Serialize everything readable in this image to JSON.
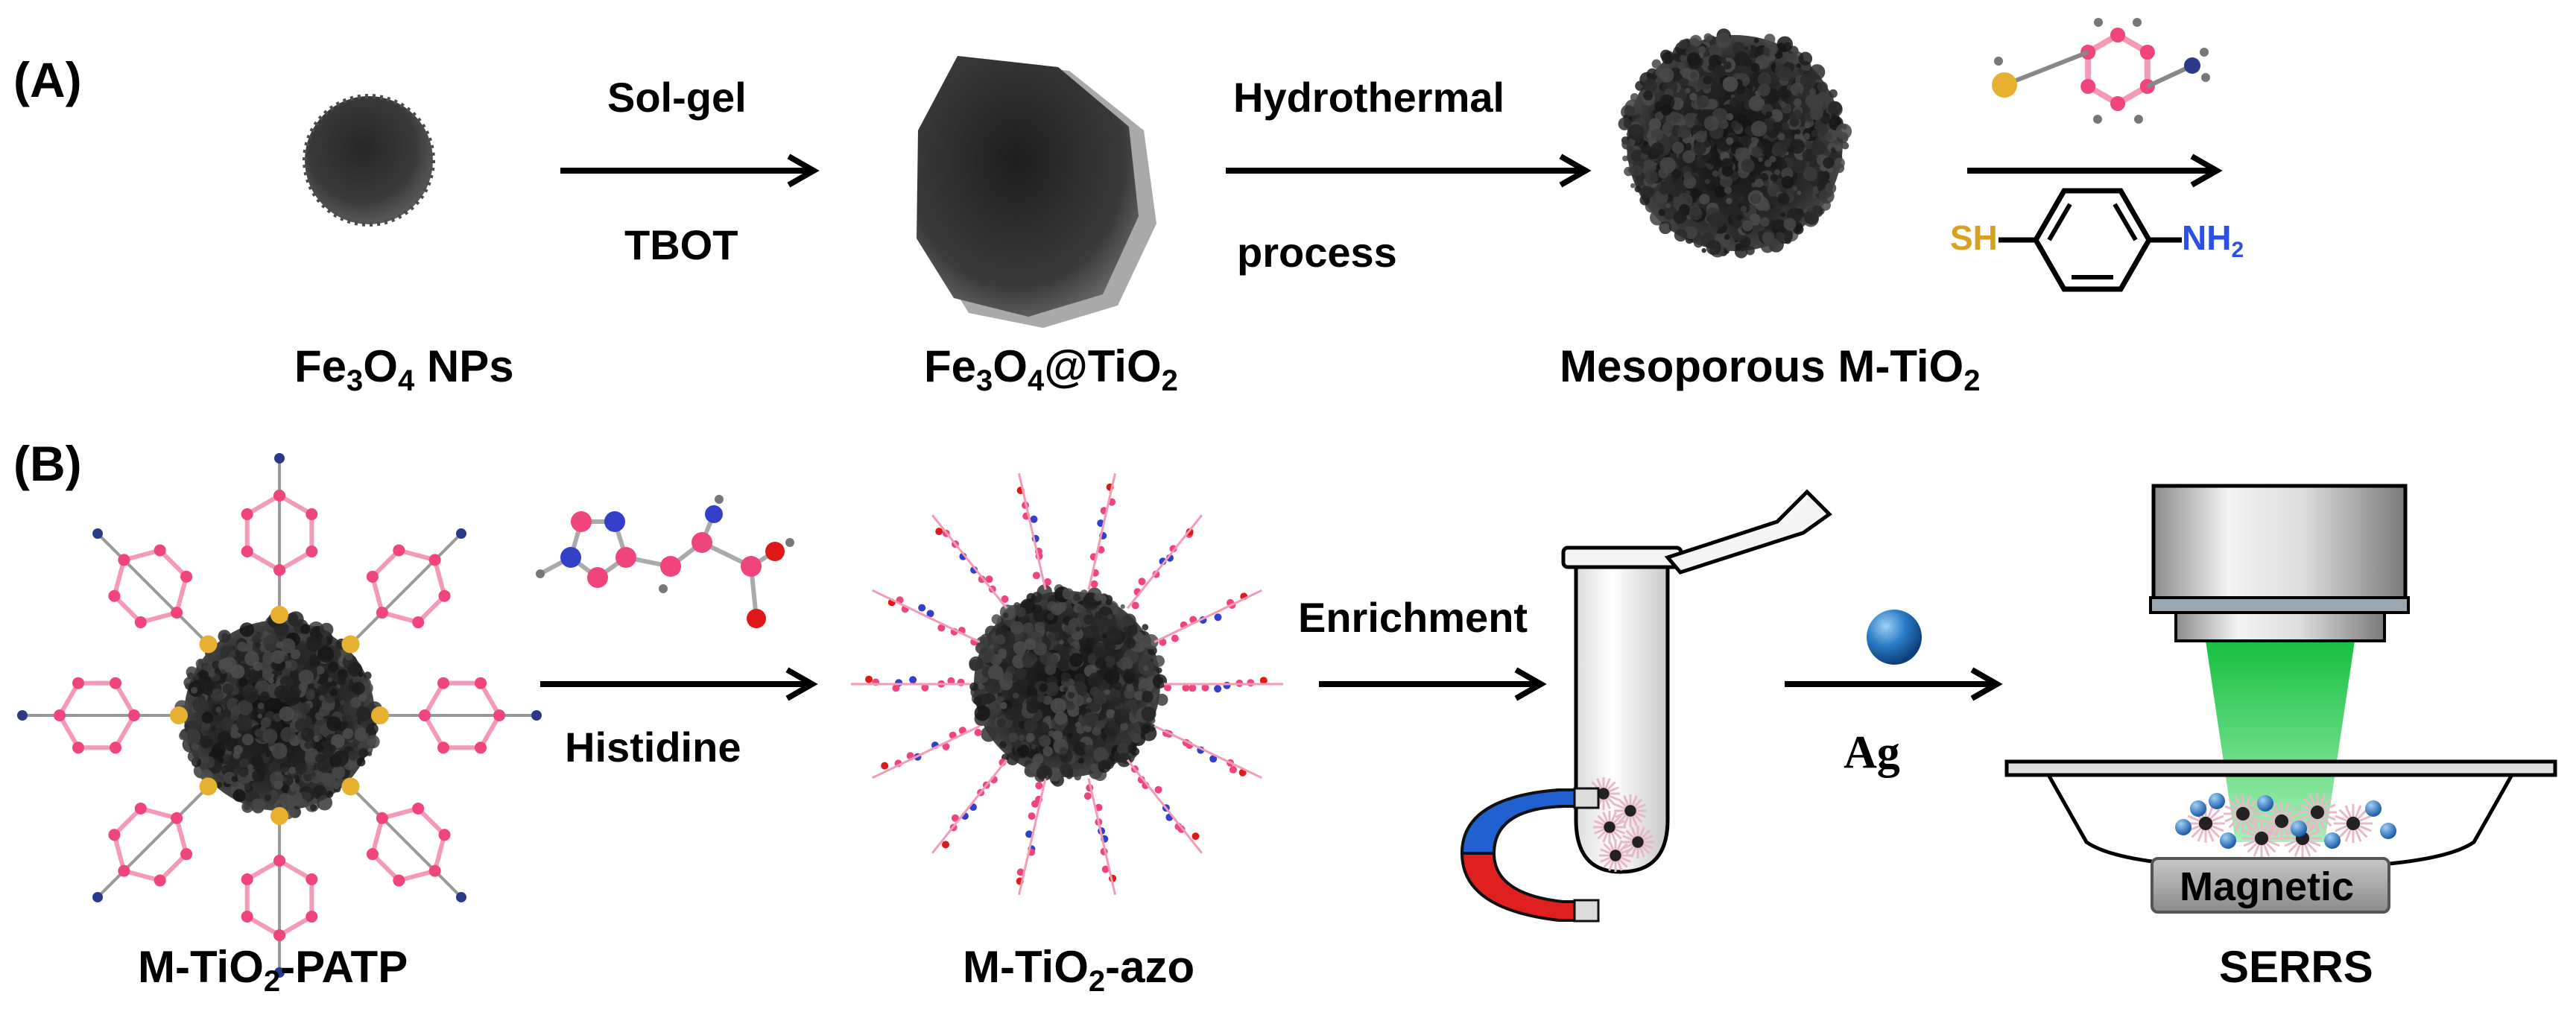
{
  "panel_a": {
    "label": "(A)",
    "step1": {
      "top": "Sol-gel",
      "bottom": "TBOT"
    },
    "step2": {
      "top": "Hydrothermal",
      "bottom": "process"
    },
    "step3": {
      "sh": "SH",
      "nh": "NH",
      "nh_sub": "2"
    },
    "captions": {
      "fe3o4": {
        "p1": "Fe",
        "s1": "3",
        "p2": "O",
        "s2": "4",
        "p3": " NPs"
      },
      "core_shell": {
        "p1": "Fe",
        "s1": "3",
        "p2": "O",
        "s2": "4",
        "p3": "@TiO",
        "s3": "2"
      },
      "mesoporous": {
        "p1": "Mesoporous M-TiO",
        "s1": "2"
      }
    }
  },
  "panel_b": {
    "label": "(B)",
    "histidine_label": "Histidine",
    "enrichment_label": "Enrichment",
    "ag_label": "Ag",
    "magnetic_label": "Magnetic",
    "captions": {
      "patp": {
        "p1": "M-TiO",
        "s1": "2",
        "p2": "-PATP"
      },
      "azo": {
        "p1": "M-TiO",
        "s1": "2",
        "p2": "-azo"
      },
      "serrs": "SERRS"
    }
  },
  "colors": {
    "carbon_pink": "#f0457a",
    "bond_pink": "#f49ab4",
    "sulfur_gold": "#e8b030",
    "nitrogen_blue": "#3340c8",
    "oxygen_red": "#e01818",
    "nh2_blue": "#2a50e8",
    "magnet_red": "#e02020",
    "magnet_blue": "#2060d0",
    "laser_green": "#20d050",
    "ag_blue": "#2a7ec8"
  }
}
